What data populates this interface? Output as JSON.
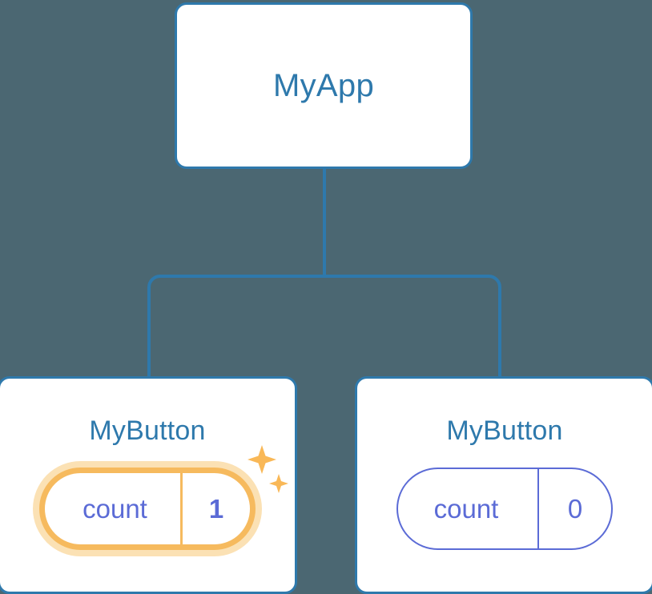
{
  "diagram": {
    "type": "component-tree",
    "background_color": "#4b6772",
    "node_border_color": "#2e79ac",
    "node_title_color": "#2e79ac",
    "connector_color": "#2e79ac",
    "state_text_color": "#5b6bd6",
    "highlight_color": "#f6ba5e",
    "highlight_glow_color": "#fbe1b4",
    "root": {
      "title": "MyApp"
    },
    "children": [
      {
        "title": "MyButton",
        "state_key": "count",
        "state_value": "1",
        "highlighted": true,
        "sparkle_large": "sparkle-icon",
        "sparkle_small": "sparkle-icon"
      },
      {
        "title": "MyButton",
        "state_key": "count",
        "state_value": "0",
        "highlighted": false
      }
    ]
  }
}
